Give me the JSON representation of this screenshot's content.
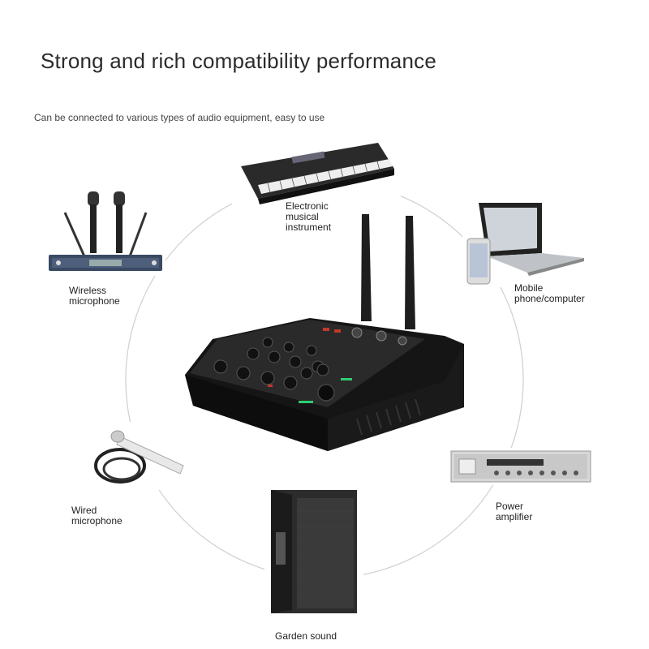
{
  "header": {
    "title": "Strong and rich compatibility performance",
    "subtitle": "Can be connected to various types of audio equipment, easy to use"
  },
  "devices": [
    {
      "id": "keyboard",
      "label": "Electronic\nmusical\ninstrument",
      "icon": "keyboard-icon"
    },
    {
      "id": "wireless-mic",
      "label": "Wireless\nmicrophone",
      "icon": "wireless-microphone-icon"
    },
    {
      "id": "laptop",
      "label": "Mobile\nphone/computer",
      "icon": "laptop-phone-icon"
    },
    {
      "id": "amplifier",
      "label": "Power\namplifier",
      "icon": "amplifier-icon"
    },
    {
      "id": "wired-mic",
      "label": "Wired\nmicrophone",
      "icon": "wired-microphone-icon"
    },
    {
      "id": "speaker",
      "label": "Garden sound",
      "icon": "speaker-icon"
    }
  ],
  "center": {
    "icon": "audio-mixer-icon"
  }
}
